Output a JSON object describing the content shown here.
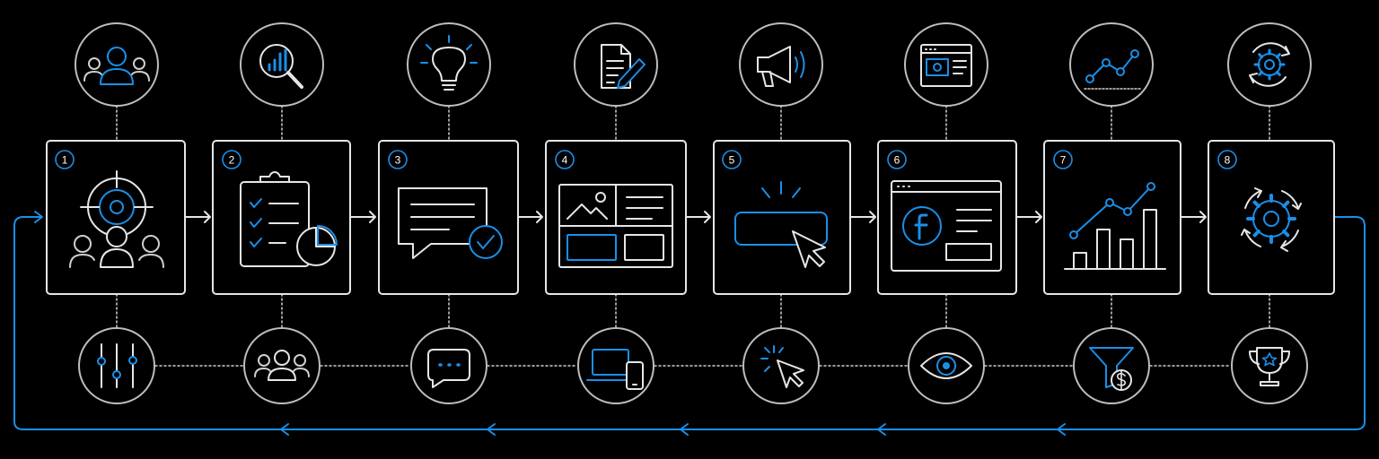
{
  "colors": {
    "background": "#000000",
    "line": "#e6e6e6",
    "accent": "#1a8fe8",
    "dots": "#cfcfcf"
  },
  "steps": [
    {
      "number": "1",
      "icon": "target-audience-icon",
      "top_icon": "team-users-icon",
      "bottom_icon": "sliders-settings-icon"
    },
    {
      "number": "2",
      "icon": "clipboard-checklist-icon",
      "top_icon": "chart-magnifier-icon",
      "bottom_icon": "group-users-icon"
    },
    {
      "number": "3",
      "icon": "message-check-icon",
      "top_icon": "lightbulb-idea-icon",
      "bottom_icon": "chat-bubble-icon"
    },
    {
      "number": "4",
      "icon": "layout-wireframe-icon",
      "top_icon": "document-edit-icon",
      "bottom_icon": "devices-icon"
    },
    {
      "number": "5",
      "icon": "click-button-icon",
      "top_icon": "megaphone-icon",
      "bottom_icon": "cursor-click-icon"
    },
    {
      "number": "6",
      "icon": "facebook-ad-browser-icon",
      "top_icon": "browser-window-icon",
      "bottom_icon": "eye-icon"
    },
    {
      "number": "7",
      "icon": "growth-bar-chart-icon",
      "top_icon": "trend-line-icon",
      "bottom_icon": "funnel-dollar-icon"
    },
    {
      "number": "8",
      "icon": "gear-cycle-icon",
      "top_icon": "gear-refresh-icon",
      "bottom_icon": "trophy-icon"
    }
  ]
}
